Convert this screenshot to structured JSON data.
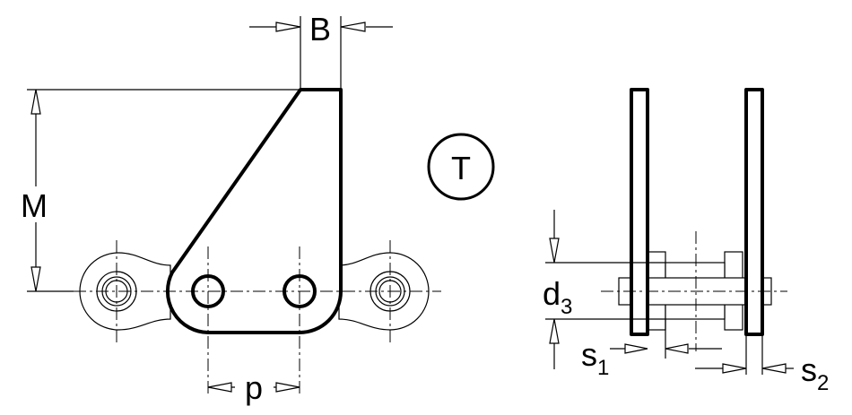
{
  "labels": {
    "B": "B",
    "M": "M",
    "p": "p",
    "T": "T",
    "d": "d",
    "d_sub": "3",
    "s1": "s",
    "s1_sub": "1",
    "s2": "s",
    "s2_sub": "2"
  }
}
